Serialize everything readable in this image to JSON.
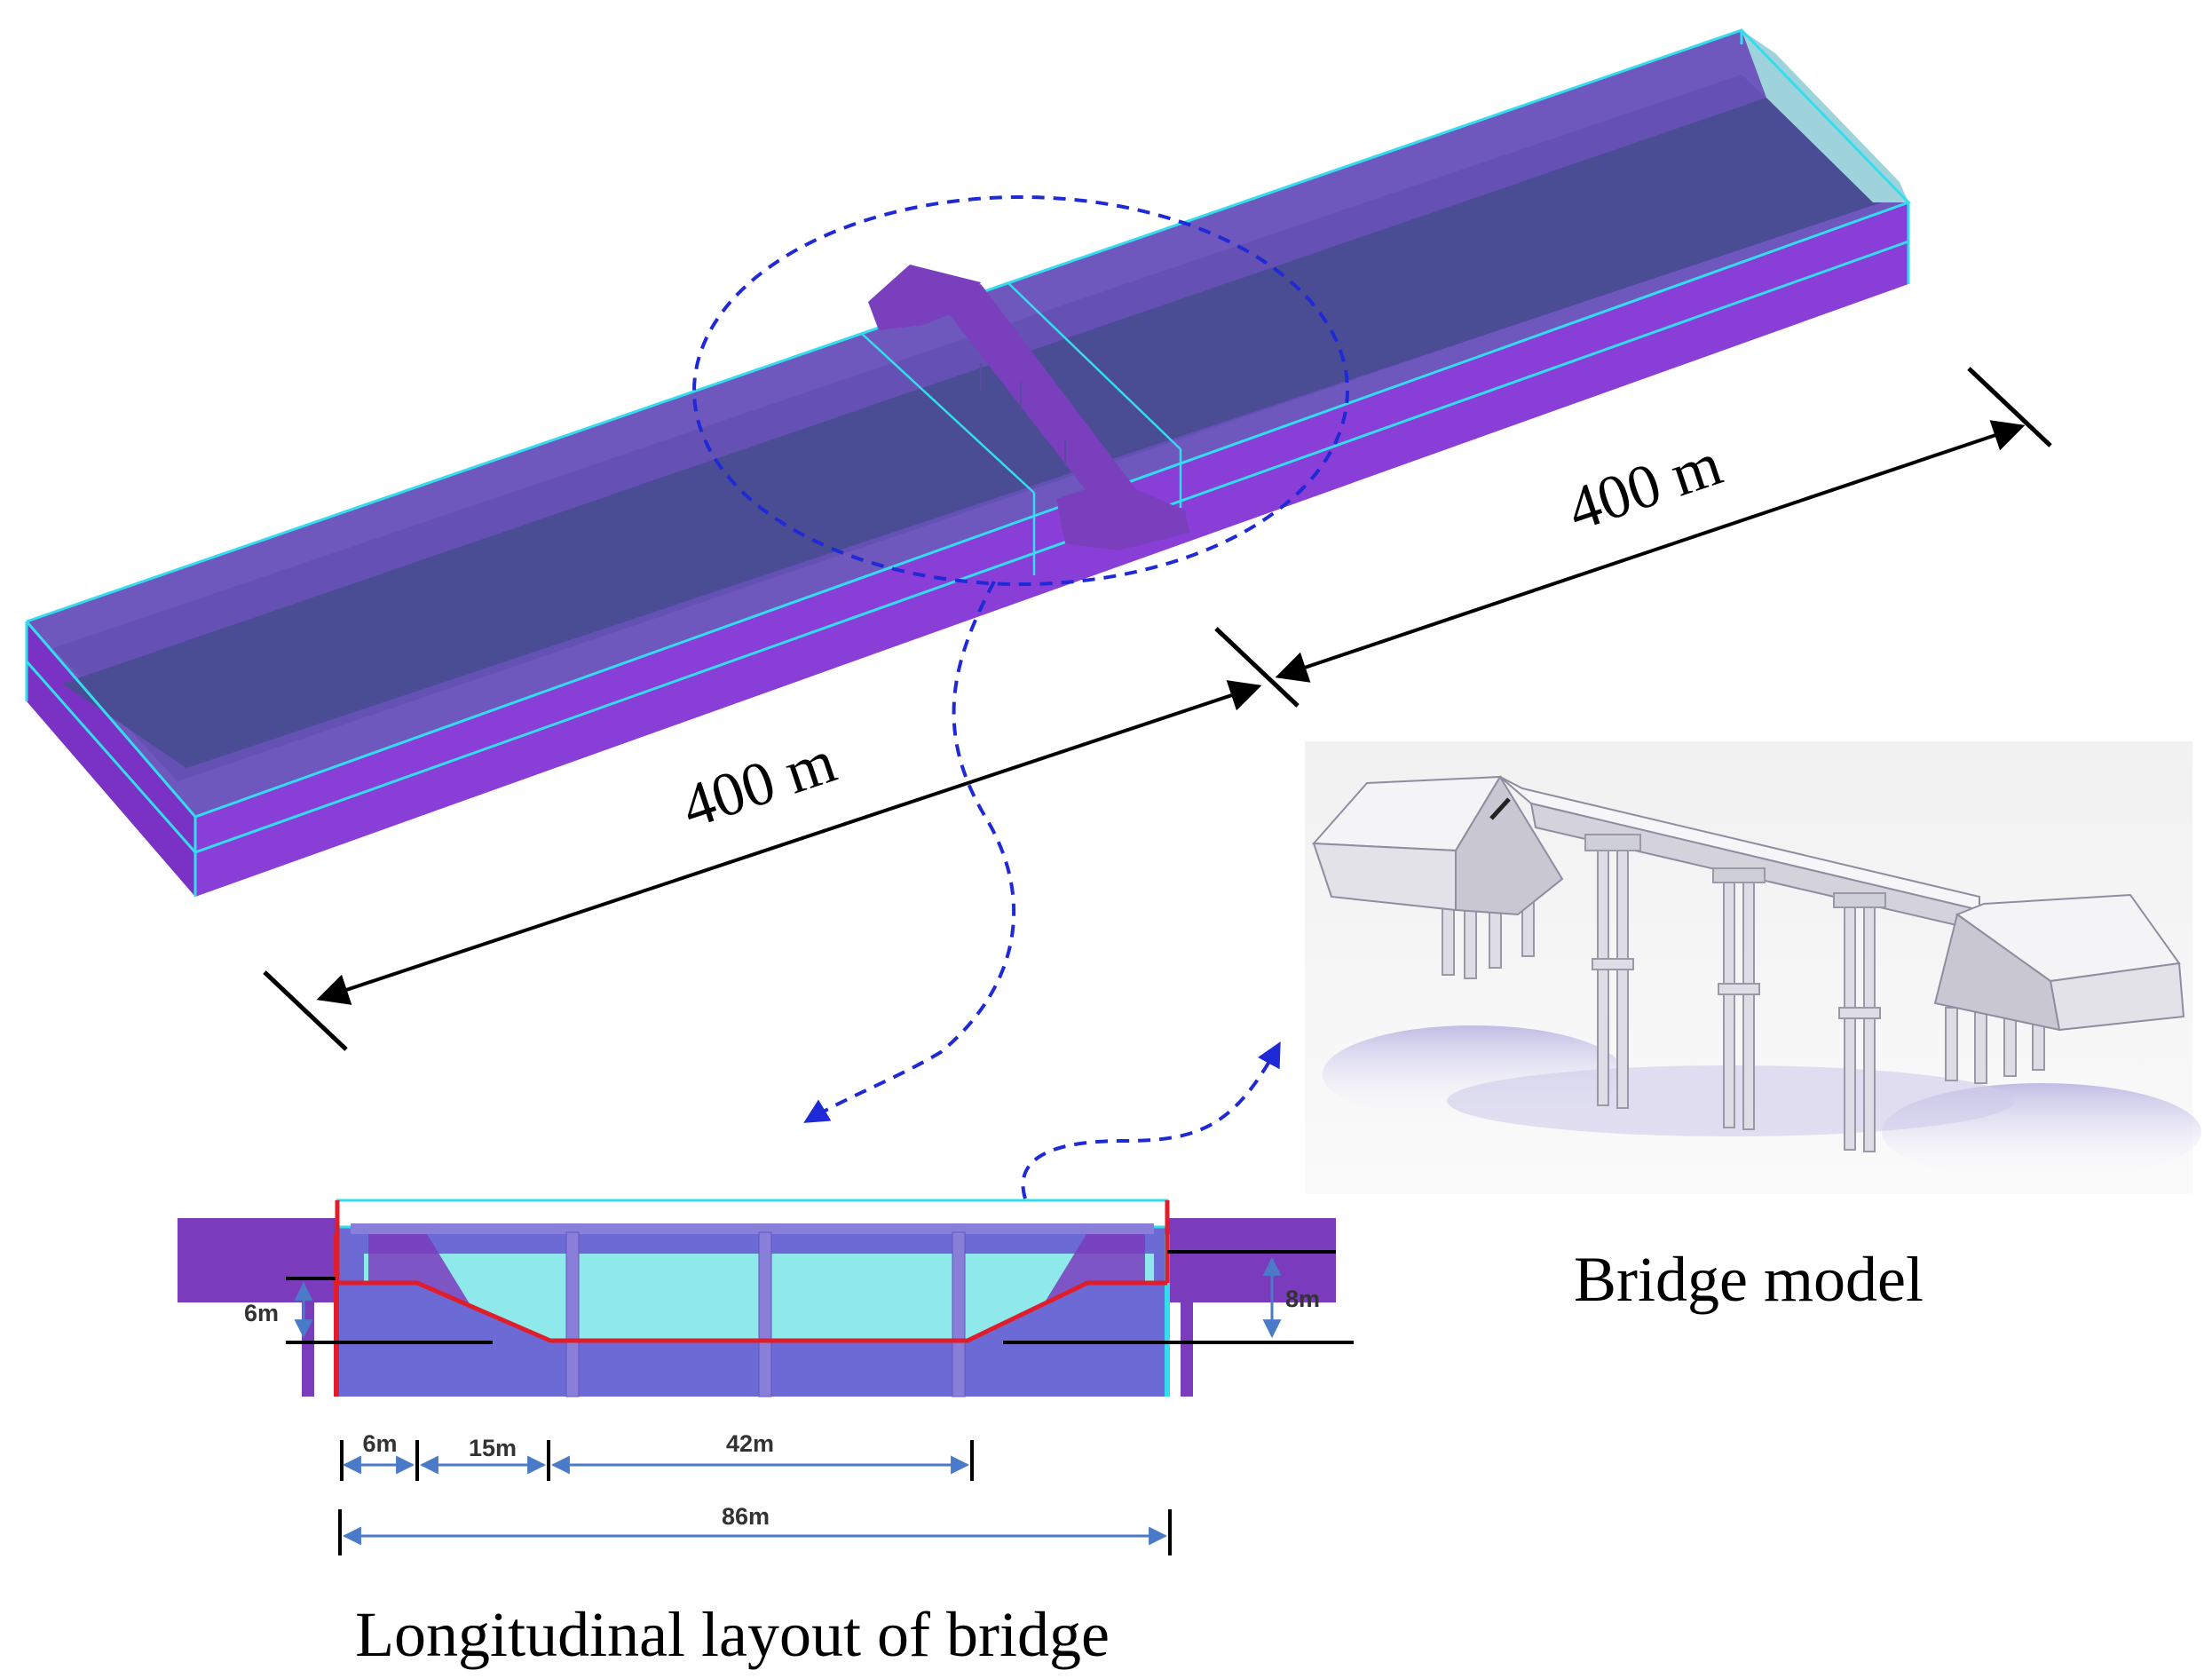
{
  "overview": {
    "dim_left": "400 m",
    "dim_right": "400 m"
  },
  "layout": {
    "caption": "Longitudinal layout of bridge",
    "dim_6m_vertical": "6m",
    "dim_8m_vertical": "8m",
    "dim_6m": "6m",
    "dim_15m": "15m",
    "dim_42m": "42m",
    "dim_86m": "86m"
  },
  "model": {
    "caption": "Bridge model"
  },
  "colors": {
    "box_top": "#6a55b8",
    "box_side": "#8a3ed8",
    "channel": "#4a4c94",
    "edge": "#33ddee",
    "annotation": "#1f2ad6",
    "water": "#8fe8ea",
    "profile": "#e01d2a",
    "dim_blue": "#4a7ac8"
  }
}
